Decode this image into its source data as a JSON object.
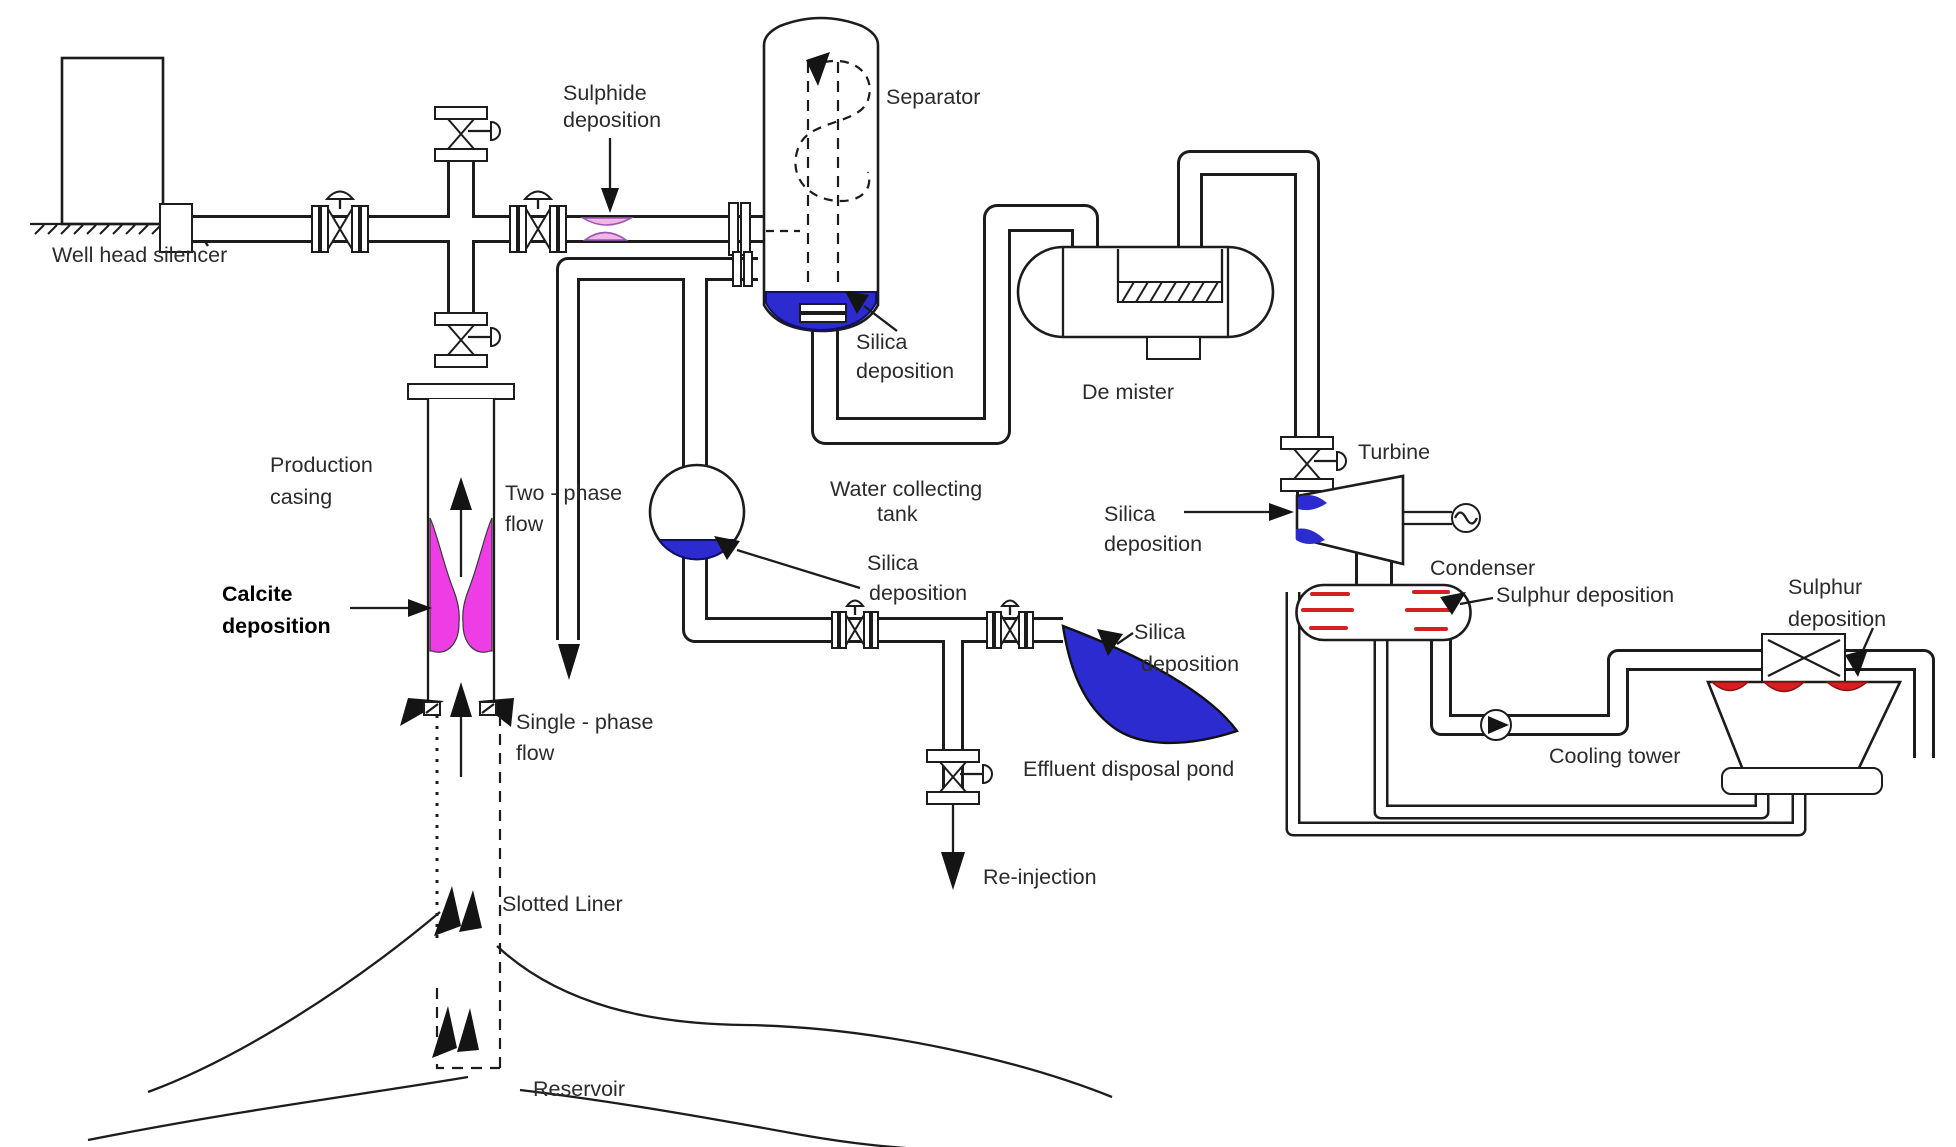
{
  "palette": {
    "line": "#1c1c1c",
    "calcite": "#ee3de4",
    "sulphide_fill": "#f2b6e6",
    "sulphide_stroke": "#9b59b6",
    "silica_blue": "#2b2bd0",
    "sulphur_red": "#d42020"
  },
  "labels": {
    "well_head_silencer": "Well head silencer",
    "sulphide_deposition": [
      "Sulphide",
      "deposition"
    ],
    "separator": "Separator",
    "silica_deposition_separator": [
      "Silica",
      "deposition"
    ],
    "de_mister": "De mister",
    "water_collecting_tank": [
      "Water collecting",
      "tank"
    ],
    "silica_deposition_tank": [
      "Silica",
      "deposition"
    ],
    "production_casing": [
      "Production",
      "casing"
    ],
    "two_phase_flow": [
      "Two - phase",
      "flow"
    ],
    "calcite_deposition": [
      "Calcite",
      "deposition"
    ],
    "single_phase_flow": [
      "Single - phase",
      "flow"
    ],
    "slotted_liner": "Slotted Liner",
    "reservoir": "Reservoir",
    "re_injection": "Re-injection",
    "effluent_disposal_pond": "Effluent disposal pond",
    "silica_deposition_pond": [
      "Silica",
      "deposition"
    ],
    "silica_deposition_turbine": [
      "Silica",
      "deposition"
    ],
    "turbine": "Turbine",
    "condenser": "Condenser",
    "sulphur_deposition_condenser": "Sulphur deposition",
    "sulphur_deposition_tower": [
      "Sulphur",
      "deposition"
    ],
    "cooling_tower": "Cooling tower"
  }
}
